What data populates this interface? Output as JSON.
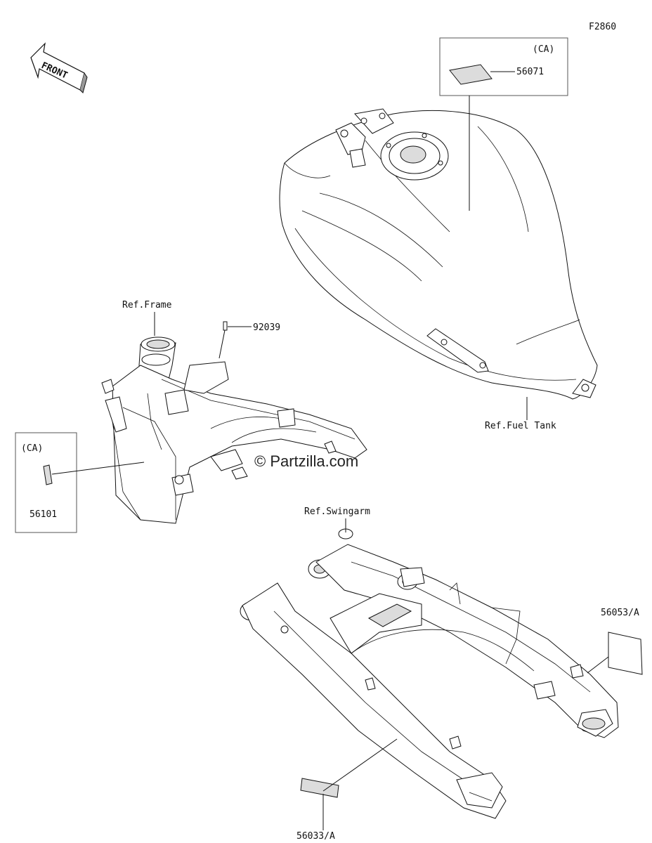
{
  "diagram": {
    "figure_code": "F2860",
    "front_label": "FRONT",
    "watermark": "© Partzilla.com",
    "refs": {
      "frame": "Ref.Frame",
      "fuel_tank": "Ref.Fuel Tank",
      "swingarm": "Ref.Swingarm"
    },
    "parts": {
      "label_56071": {
        "number": "56071",
        "region": "(CA)"
      },
      "label_56101": {
        "number": "56101",
        "region": "(CA)"
      },
      "pin_92039": {
        "number": "92039"
      },
      "label_56053": {
        "number": "56053/A"
      },
      "label_56033": {
        "number": "56033/A"
      }
    }
  }
}
